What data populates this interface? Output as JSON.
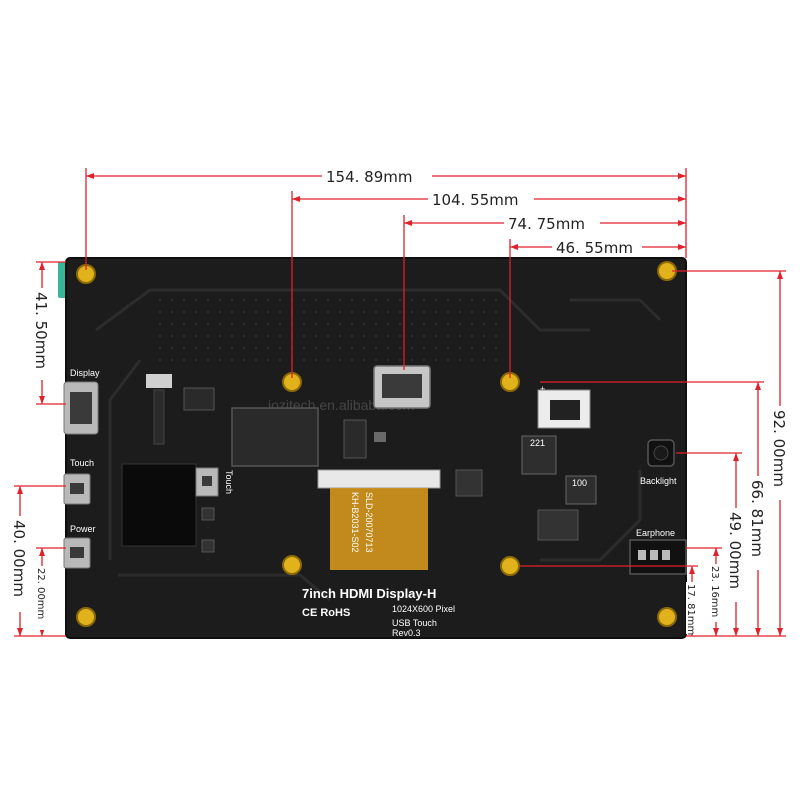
{
  "colors": {
    "board": "#1c1c1c",
    "board_edge": "#0e0e0e",
    "trace": "#262626",
    "dimension_line": "#e0202a",
    "standoff": "#e2b21c",
    "fpc": "#d99a1c",
    "connector_metal": "#b9b9b9",
    "chip": "#2a2a2a",
    "teal_tab": "#3ab59a"
  },
  "dimensions": {
    "top": [
      "154. 89mm",
      "104. 55mm",
      "74. 75mm",
      "46. 55mm"
    ],
    "left": [
      "41. 50mm",
      "40. 00mm",
      "22. 00mm"
    ],
    "right": [
      "92. 00mm",
      "66. 81mm",
      "49. 00mm",
      "23. 16mm",
      "17. 81mm"
    ]
  },
  "board": {
    "port_labels": {
      "display": "Display",
      "touch": "Touch",
      "power": "Power",
      "touch_vertical": "Touch",
      "backlight": "Backlight",
      "earphone": "Earphone"
    },
    "product_title": "7inch HDMI Display-H",
    "certifications": "CE RoHS",
    "resolution": "1024X600 Pixel",
    "touch_type": "USB Touch",
    "revision": "Rev0.3",
    "fpc_text_1": "KH-B2031-S02",
    "fpc_text_2": "SLD-20070713",
    "watermark": "jozitech.en.alibaba.com",
    "plus_sign": "+",
    "inductor_label": "221",
    "inductor_label_2": "100"
  }
}
